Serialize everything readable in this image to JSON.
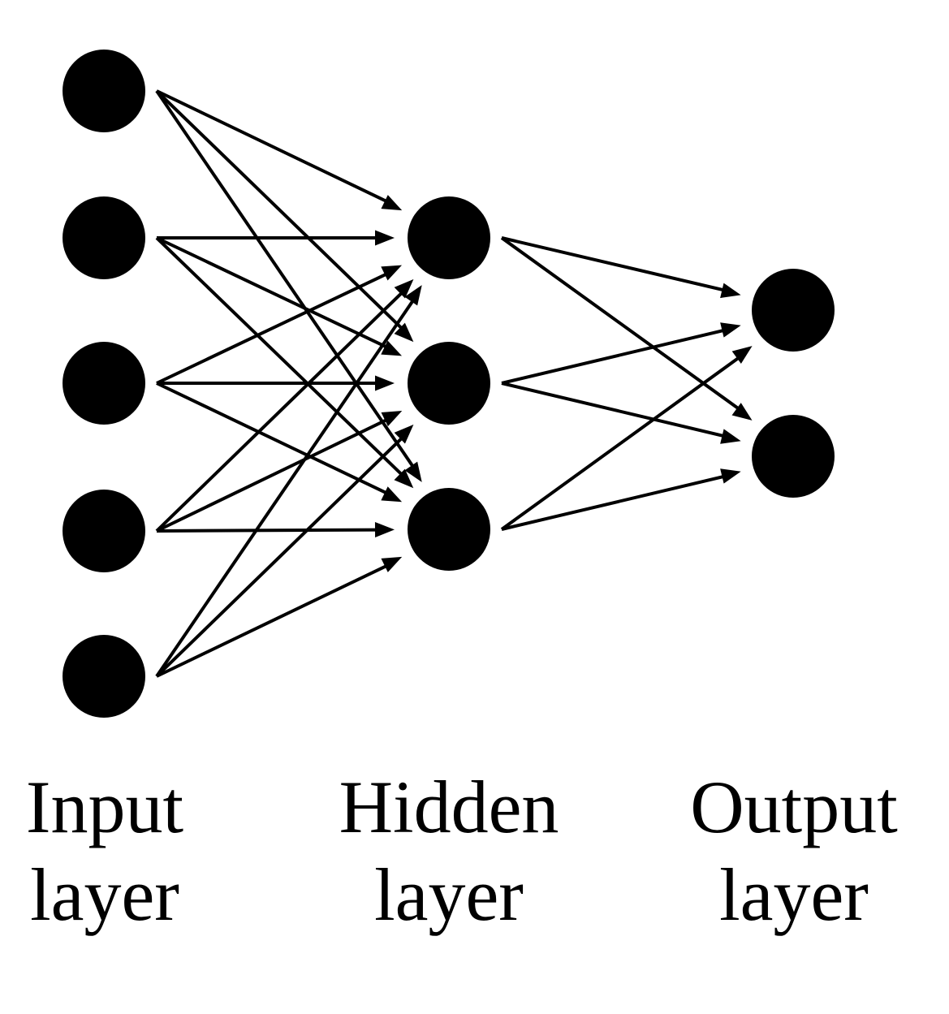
{
  "diagram": {
    "layers": [
      {
        "name": "input",
        "label_line1": "Input",
        "label_line2": "layer",
        "neurons": 5
      },
      {
        "name": "hidden",
        "label_line1": "Hidden",
        "label_line2": "layer",
        "neurons": 3
      },
      {
        "name": "output",
        "label_line1": "Output",
        "label_line2": "layer",
        "neurons": 2
      }
    ],
    "connectivity": "fully-connected",
    "colors": {
      "node": "#000000",
      "edge": "#000000",
      "background": "#ffffff"
    }
  }
}
